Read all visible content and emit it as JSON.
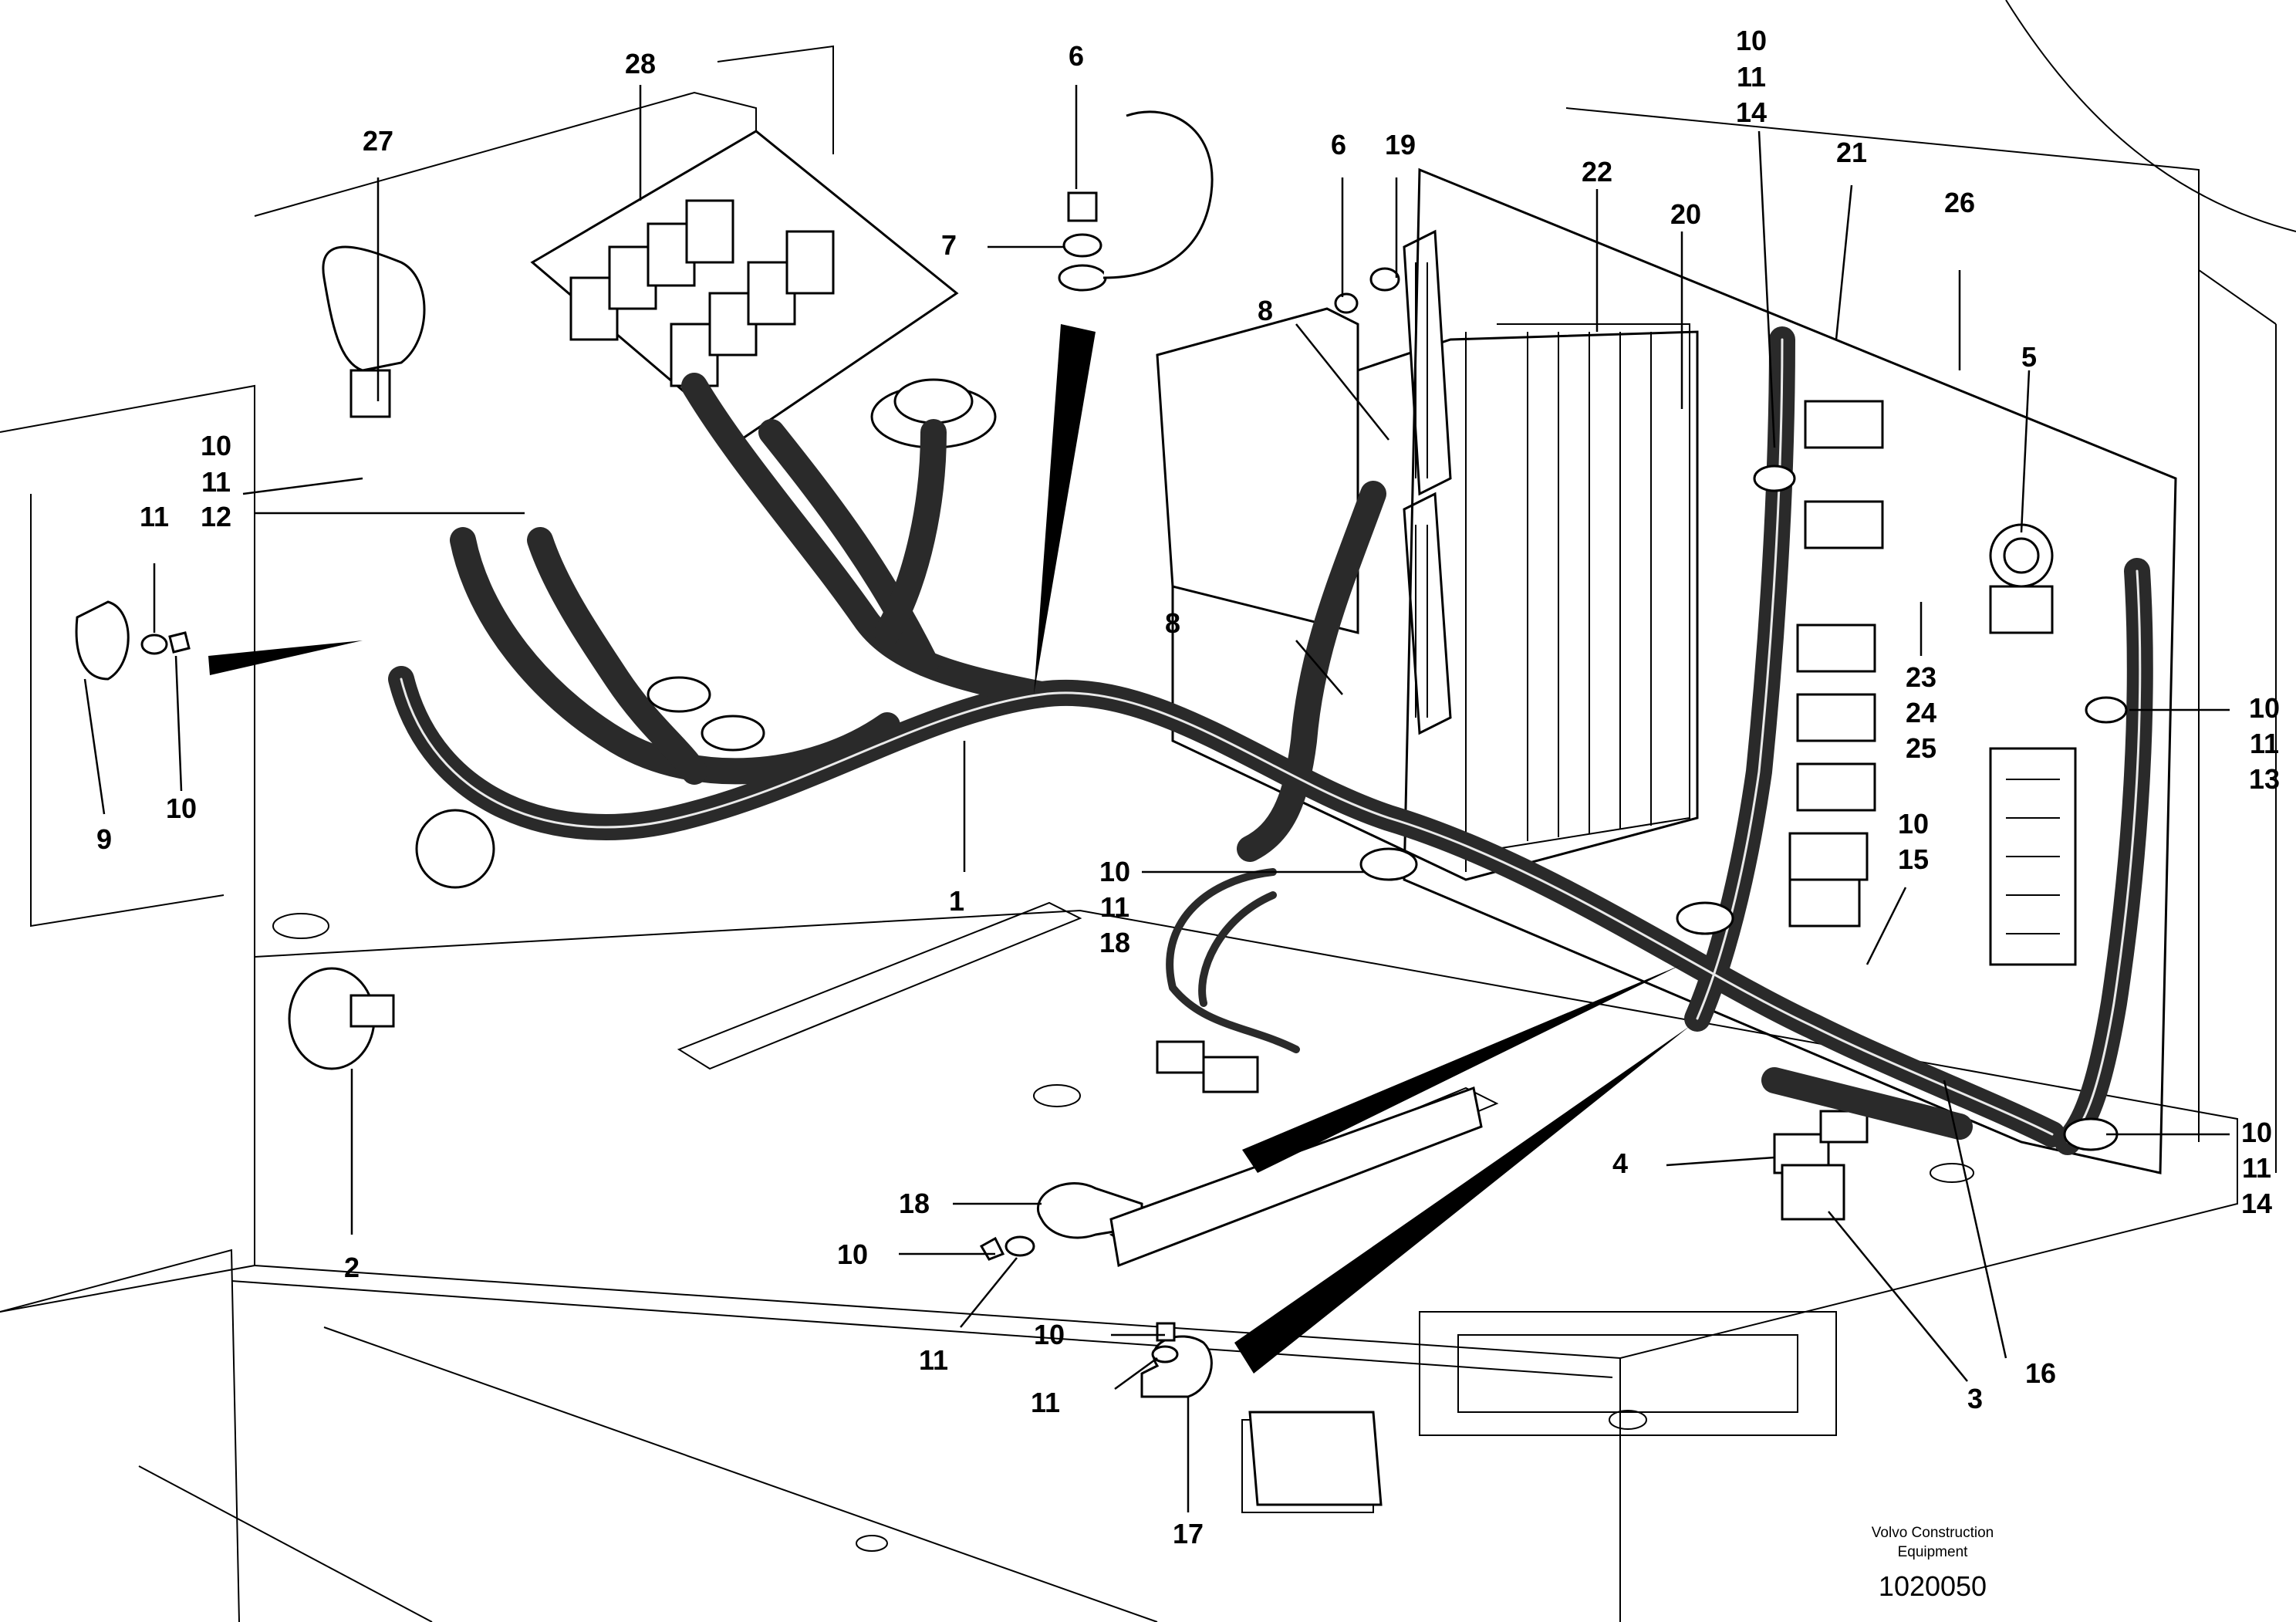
{
  "drawing": {
    "manufacturer": "Volvo Construction",
    "manufacturer_line2": "Equipment",
    "drawing_number": "1020050"
  },
  "callouts": {
    "c1": "1",
    "c2": "2",
    "c3": "3",
    "c4": "4",
    "c5": "5",
    "c6_top": "6",
    "c6_mid": "6",
    "c7": "7",
    "c8_upper": "8",
    "c8_lower": "8",
    "c9": "9",
    "c10_left": "10",
    "c11_left": "11",
    "c12": "12",
    "c11_clip": "11",
    "c10_clip": "10",
    "c19": "19",
    "c20": "20",
    "c21": "21",
    "c22": "22",
    "c26": "26",
    "c27": "27",
    "c28": "28",
    "c10_top": "10",
    "c11_top": "11",
    "c14_top": "14",
    "c23": "23",
    "c24": "24",
    "c25": "25",
    "c10_right_mid": "10",
    "c11_right_mid": "11",
    "c13": "13",
    "c10_r15": "10",
    "c15": "15",
    "c10_center": "10",
    "c11_center": "11",
    "c18_center": "18",
    "c10_right_low": "10",
    "c11_right_low": "11",
    "c14_right_low": "14",
    "c16": "16",
    "c18_bottom": "18",
    "c10_bottom": "10",
    "c11_bottom": "11",
    "c10_b17": "10",
    "c11_b17": "11",
    "c17": "17"
  }
}
